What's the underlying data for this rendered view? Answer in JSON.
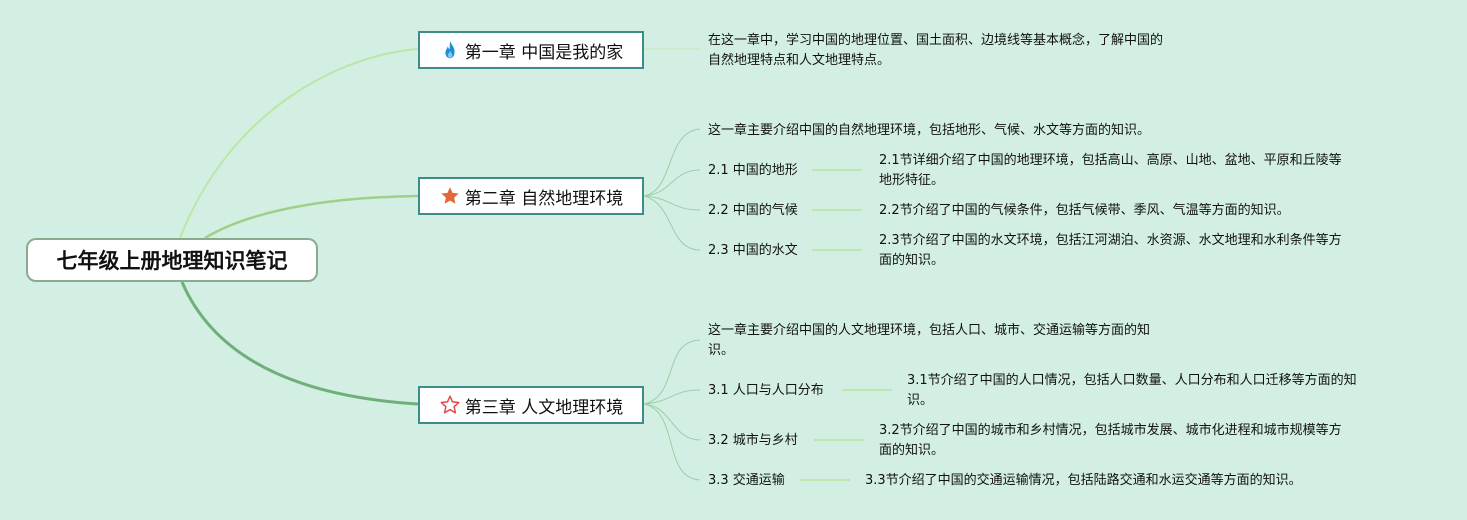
{
  "root": {
    "title": "七年级上册地理知识笔记"
  },
  "chapters": [
    {
      "label": "第一章 中国是我的家",
      "icon": "fire-icon",
      "desc_lines": [
        "在这一章中，学习中国的地理位置、国土面积、边境线等基本概念，了解中国的",
        "自然地理特点和人文地理特点。"
      ]
    },
    {
      "label": "第二章 自然地理环境",
      "icon": "star-filled-icon",
      "intro": "这一章主要介绍中国的自然地理环境，包括地形、气候、水文等方面的知识。",
      "sections": [
        {
          "label": "2.1 中国的地形",
          "detail_lines": [
            "2.1节详细介绍了中国的地理环境，包括高山、高原、山地、盆地、平原和丘陵等",
            "地形特征。"
          ]
        },
        {
          "label": "2.2 中国的气候",
          "detail_lines": [
            "2.2节介绍了中国的气候条件，包括气候带、季风、气温等方面的知识。"
          ]
        },
        {
          "label": "2.3 中国的水文",
          "detail_lines": [
            "2.3节介绍了中国的水文环境，包括江河湖泊、水资源、水文地理和水利条件等方",
            "面的知识。"
          ]
        }
      ]
    },
    {
      "label": "第三章 人文地理环境",
      "icon": "star-outline-icon",
      "intro_lines": [
        "这一章主要介绍中国的人文地理环境，包括人口、城市、交通运输等方面的知",
        "识。"
      ],
      "sections": [
        {
          "label": "3.1 人口与人口分布",
          "detail_lines": [
            "3.1节介绍了中国的人口情况，包括人口数量、人口分布和人口迁移等方面的知",
            "识。"
          ]
        },
        {
          "label": "3.2 城市与乡村",
          "detail_lines": [
            "3.2节介绍了中国的城市和乡村情况，包括城市发展、城市化进程和城市规模等方",
            "面的知识。"
          ]
        },
        {
          "label": "3.3 交通运输",
          "detail_lines": [
            "3.3节介绍了中国的交通运输情况，包括陆路交通和水运交通等方面的知识。"
          ]
        }
      ]
    }
  ],
  "colors": {
    "background": "#d3efe3",
    "branch1": "#b9e39d",
    "branch2": "#9fd08a",
    "branch3": "#6fb07a",
    "thin_line": "#9ccfa8",
    "fire": "#1e90d6",
    "star": "#e2673a",
    "star_outline": "#e04848"
  }
}
